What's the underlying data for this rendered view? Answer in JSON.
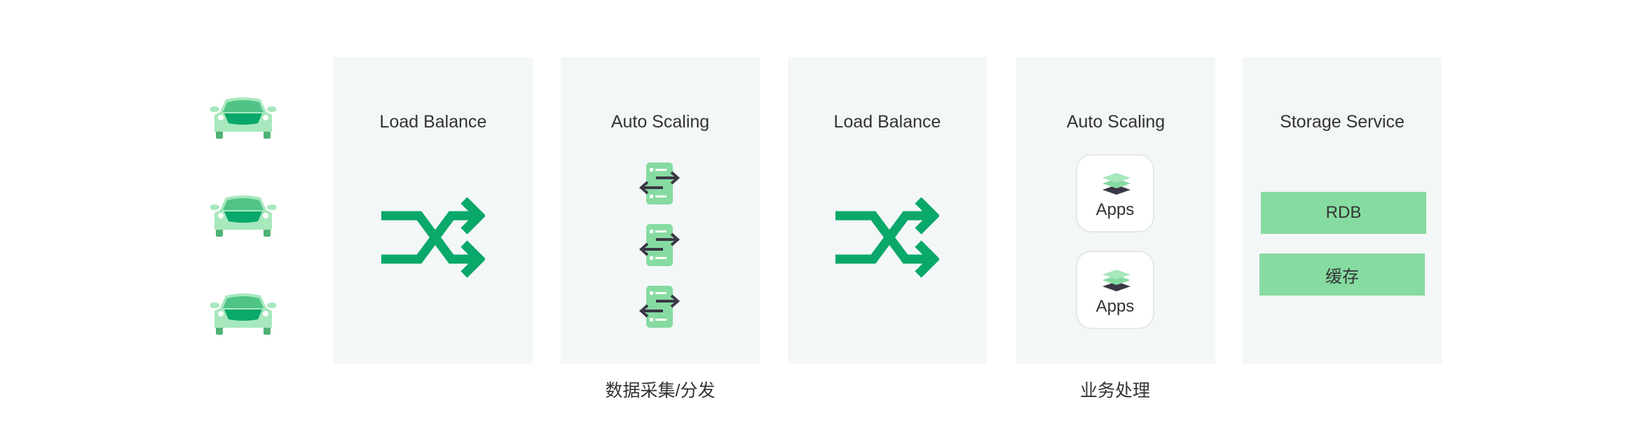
{
  "colors": {
    "accent": "#0aa86a",
    "light_green": "#86dba1",
    "car_body": "#a7e8bd",
    "panel_bg": "#f3f7f7",
    "dark_arrow": "#3a3845"
  },
  "icons": {
    "car": "car-icon",
    "load_balance": "shuffle-icon",
    "auto_scaling_data": "server-transfer-icon",
    "auto_scaling_apps": "layers-icon"
  },
  "panels": [
    {
      "title": "Load Balance"
    },
    {
      "title": "Auto Scaling"
    },
    {
      "title": "Load Balance"
    },
    {
      "title": "Auto Scaling",
      "apps": [
        "Apps",
        "Apps"
      ]
    },
    {
      "title": "Storage Service",
      "items": [
        "RDB",
        "缓存"
      ]
    }
  ],
  "group_labels": {
    "data_collection": "数据采集/分发",
    "business": "业务处理"
  }
}
